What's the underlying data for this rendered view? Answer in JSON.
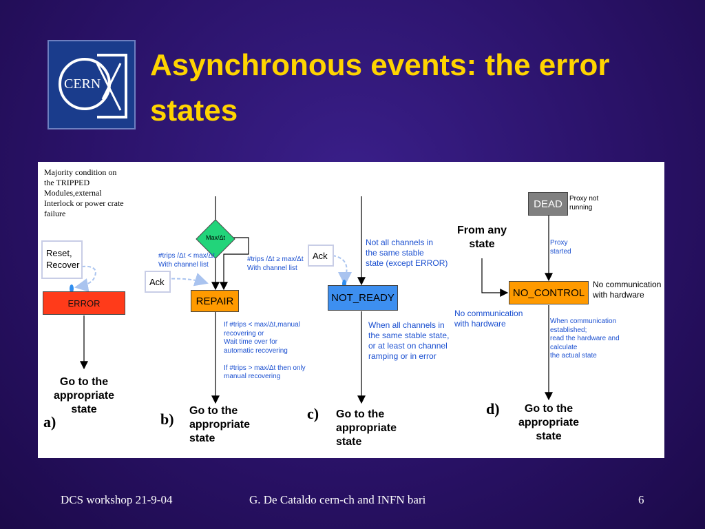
{
  "slide": {
    "title": "Asynchronous events: the error states",
    "logo_text": "CERN",
    "page_number": "6"
  },
  "footer": {
    "left": "DCS workshop 21-9-04",
    "center": "G. De Cataldo cern-ch and INFN bari",
    "right": "6"
  },
  "diagram": {
    "a": {
      "letter": "a)",
      "condition": "Majority condition on\nthe TRIPPED\nModules,external\nInterlock or power crate\nfailure",
      "reset": "Reset,\nRecover",
      "state": "ERROR",
      "goto": "Go to the\nappropriate\nstate"
    },
    "b": {
      "letter": "b)",
      "decision": "Max/Δt",
      "left_cond": "#trips /Δt < max/Δt\nWith channel list",
      "right_cond": "#trips /Δt ≥ max/Δt\nWith channel list",
      "ack": "Ack",
      "state": "REPAIR",
      "note": "If #trips < max/Δt,manual\nrecovering or\nWait time over for\nautomatic recovering\n\nIf #trips > max/Δt then only\nmanual recovering",
      "goto": "Go to the\nappropriate\nstate"
    },
    "c": {
      "letter": "c)",
      "ack": "Ack",
      "entry_note": "Not all channels in\nthe same stable\nstate (except ERROR)",
      "state": "NOT_READY",
      "exit_note": "When all channels in\nthe same stable state,\nor at least on channel\nramping or in error",
      "goto": "Go to the\nappropriate\nstate"
    },
    "d": {
      "letter": "d)",
      "dead": "DEAD",
      "proxy_not_running": "Proxy not\nrunning",
      "proxy_started": "Proxy\nstarted",
      "from_any": "From any\nstate",
      "state": "NO_CONTROL",
      "no_comm_right": "No communication\nwith hardware",
      "no_comm_left": "No communication\nwith hardware",
      "comm_established": "When communication\nestablished;\nread the hardware and\ncalculate\nthe actual state",
      "goto": "Go to the\nappropriate\nstate"
    }
  },
  "colors": {
    "title": "#ffd400",
    "error": "#ff3b1a",
    "repair": "#ff9a00",
    "not_ready": "#3d8ff0",
    "no_control": "#ff9a00",
    "dead": "#808080",
    "decision": "#22d47a",
    "annotation": "#1a4fd0"
  }
}
